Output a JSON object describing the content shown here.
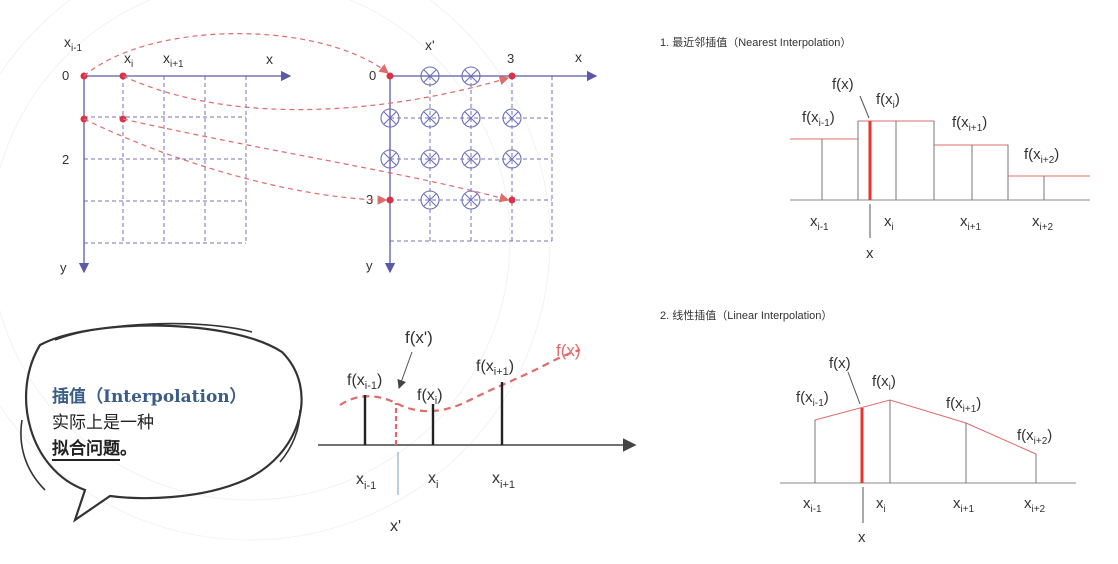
{
  "grids": {
    "left": {
      "col_labels": [
        "x",
        "i-1",
        "x",
        "i",
        "x",
        "i+1",
        "x"
      ],
      "row_labels": [
        "0",
        "2",
        "y"
      ]
    },
    "right": {
      "top_labels": [
        "x'",
        "0",
        "3",
        "x"
      ],
      "left_labels": [
        "3",
        "y"
      ]
    }
  },
  "nearest": {
    "heading": "1. 最近邻插值（Nearest Interpolation）",
    "f_labels": {
      "fx": "f(x)",
      "fxim1": "f(x",
      "fxim1_sub": "i-1",
      "fxi": "f(x",
      "fxi_sub": "i",
      "fxip1": "f(x",
      "fxip1_sub": "i+1",
      "fxip2": "f(x",
      "fxip2_sub": "i+2",
      "close": ")"
    },
    "x_labels": {
      "x": "x",
      "sub_im1": "i-1",
      "sub_i": "i",
      "sub_ip1": "i+1",
      "sub_ip2": "i+2"
    }
  },
  "linear": {
    "heading": "2. 线性插值（Linear Interpolation）"
  },
  "center": {
    "fxprime": "f(x')",
    "fx": "f(x)",
    "xprime": "x'"
  },
  "bubble": {
    "title": "插值（Interpolation）",
    "line2": "实际上是一种",
    "line3": "拟合问题",
    "line3_end": "。"
  },
  "colors": {
    "grid": "#7b6fb3",
    "dash": "#e06b6b",
    "point": "#d9334a",
    "highlight": "#e8352f",
    "title_blue": "#3a5d86"
  }
}
